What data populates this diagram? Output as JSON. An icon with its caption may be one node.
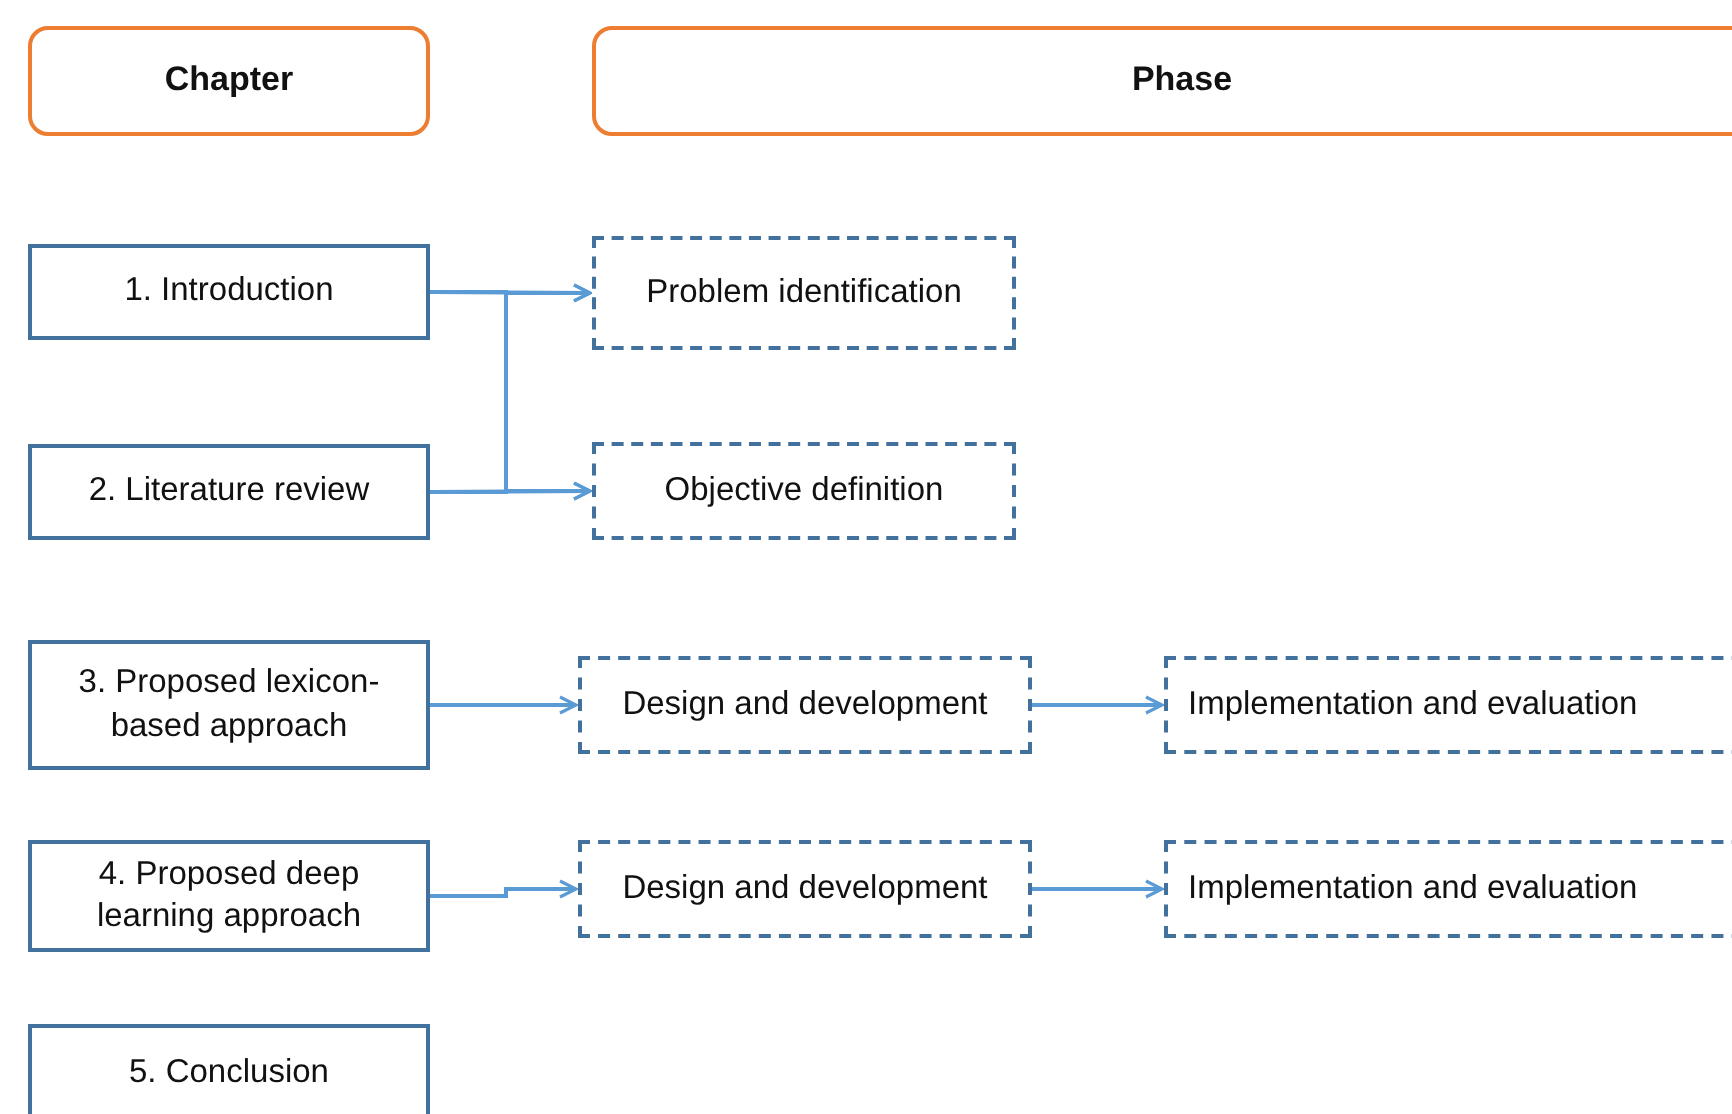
{
  "diagram": {
    "nodes": [
      {
        "text": [
          "Chapter"
        ]
      },
      {
        "text": [
          "Phase"
        ]
      },
      {
        "text": [
          "1. Introduction"
        ]
      },
      {
        "text": [
          "Problem identification"
        ]
      },
      {
        "text": [
          "2. Literature review"
        ]
      },
      {
        "text": [
          "Objective definition"
        ]
      },
      {
        "text": [
          "3. Proposed lexicon-based approach"
        ]
      },
      {
        "text": [
          "Design and development"
        ]
      },
      {
        "text": [
          "Implementation and evaluation"
        ]
      },
      {
        "text": [
          "4. Proposed deep learning approach"
        ]
      },
      {
        "text": [
          "Design and development"
        ]
      },
      {
        "text": [
          "Implementation and evaluation"
        ]
      },
      {
        "text": [
          "5. Conclusion"
        ]
      }
    ],
    "edges": [
      {
        "from": 2,
        "to": 3,
        "arrow": "to"
      },
      {
        "from": 2,
        "to": 5,
        "arrow": "to"
      },
      {
        "from": 4,
        "to": 3,
        "arrow": "to"
      },
      {
        "from": 4,
        "to": 5,
        "arrow": "to"
      },
      {
        "from": 6,
        "to": 7,
        "arrow": "to"
      },
      {
        "from": 7,
        "to": 8,
        "arrow": "to"
      },
      {
        "from": 9,
        "to": 10,
        "arrow": "to"
      },
      {
        "from": 10,
        "to": 11,
        "arrow": "to"
      }
    ]
  }
}
